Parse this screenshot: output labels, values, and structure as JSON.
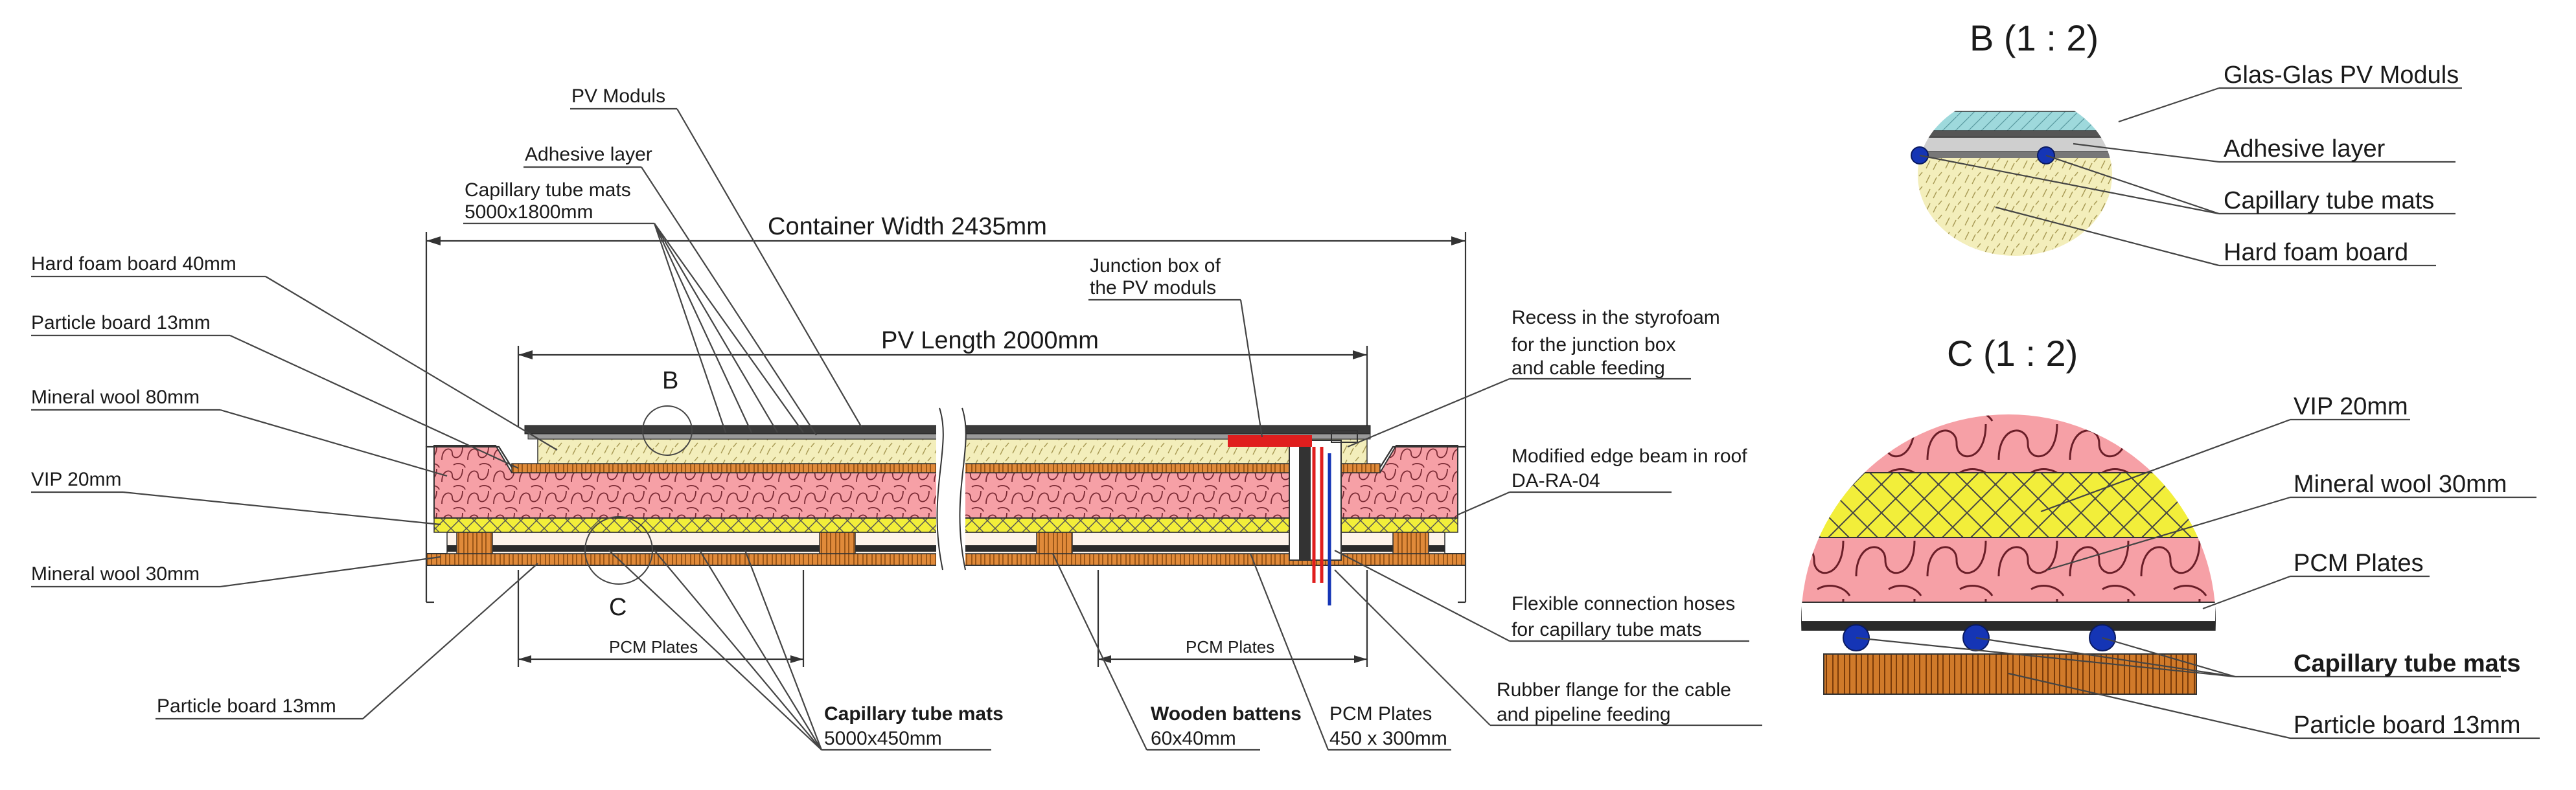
{
  "labels": {
    "pv_moduls": "PV Moduls",
    "adhesive_layer": "Adhesive layer",
    "capillary_top_1": "Capillary tube mats",
    "capillary_top_2": "5000x1800mm",
    "container_width": "Container Width 2435mm",
    "hard_foam": "Hard foam board  40mm",
    "particle_13_left": "Particle board 13mm",
    "mineral_80": "Mineral wool  80mm",
    "vip_20": "VIP 20mm",
    "mineral_30": "Mineral wool  30mm",
    "particle_13_bottom": "Particle board 13mm",
    "junction_1": "Junction box of",
    "junction_2": "the PV moduls",
    "pv_length": "PV Length 2000mm",
    "marker_b": "B",
    "marker_c": "C",
    "recess_1": "Recess in the styrofoam",
    "recess_2": "for the junction box",
    "recess_3": "and cable feeding",
    "edge_beam_1": "Modified edge beam in roof",
    "edge_beam_2": "DA-RA-04",
    "flex_1": "Flexible connection hoses",
    "flex_2": "for capillary tube mats",
    "rubber_1": "Rubber flange for the cable",
    "rubber_2": "and pipeline feeding",
    "pcm_left": "PCM Plates",
    "pcm_right": "PCM Plates",
    "cap_bottom_1": "Capillary tube mats",
    "cap_bottom_2": "5000x450mm",
    "battens_1": "Wooden battens",
    "battens_2": "60x40mm",
    "pcm_size_1": "PCM Plates",
    "pcm_size_2": "450 x 300mm"
  },
  "detail_b": {
    "title": "B (1 : 2)",
    "glas": "Glas-Glas PV Moduls",
    "adhesive": "Adhesive layer",
    "capillary": "Capillary tube mats",
    "hard_foam": "Hard foam board"
  },
  "detail_c": {
    "title": "C (1 : 2)",
    "vip": "VIP 20mm",
    "mineral": "Mineral wool  30mm",
    "pcm": "PCM Plates",
    "capillary": "Capillary tube mats",
    "particle": "Particle board 13mm"
  },
  "colors": {
    "mineral_wool": "#f6a0a6",
    "vip": "#f2ee3a",
    "hard_foam": "#f3eebb",
    "particle_board": "#e08a3a",
    "pcm": "#e07a20",
    "glass": "#9ed9dc",
    "tube": "#1535b5",
    "junction_red": "#e01e1e"
  }
}
